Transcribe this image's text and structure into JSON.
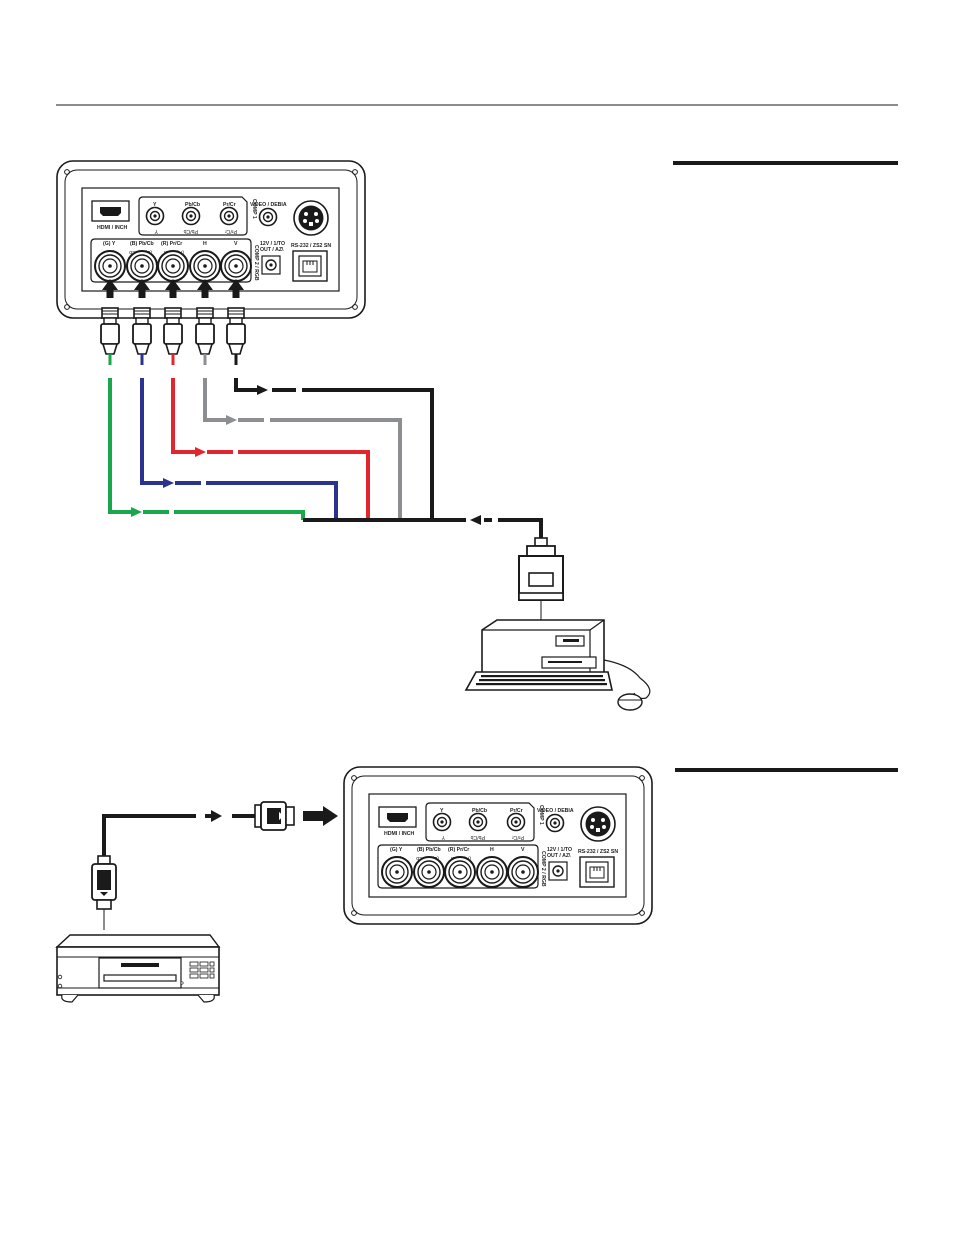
{
  "panel_labels": {
    "hdmi": "HDMI / INCH",
    "y": "Y",
    "pbcb": "Pb/Cb",
    "prcr": "Pr/Cr",
    "y_flip": "Y",
    "pbcb_flip": "Pb/Cb",
    "prcr_flip": "Pr/Cr",
    "comp1": "COMP 1",
    "video": "VIDEO / DEBIA",
    "gy": "(G) Y",
    "bpbcb": "(B) Pb/Cb",
    "rprcr": "(R) Pr/Cr",
    "h": "H",
    "v": "V",
    "gy_flip": "(G) Y",
    "bpbcb_flip": "(B) Pb/Cb",
    "rprcr_flip": "(R) Pr/Cr",
    "h_flip": "H",
    "v_flip": "V",
    "comp2": "COMP 2 / RGB",
    "trigger": "12V / 1/TO",
    "trigger2": "OUT / AZ\\",
    "rs232": "RS-232 / ZS2 SN"
  },
  "colors": {
    "green": "#1aa64a",
    "blue": "#2b3390",
    "red": "#e3262d",
    "gray": "#8c8e91",
    "black": "#1a1a1a"
  },
  "icons": [
    "hdmi-port-icon",
    "rca-jack-icon",
    "svideo-port-icon",
    "bnc-jack-icon",
    "rj11-port-icon",
    "computer-icon",
    "vga-plug-icon",
    "bnc-plug-icon",
    "hdmi-plug-icon",
    "dvd-player-icon",
    "arrow-icon"
  ]
}
